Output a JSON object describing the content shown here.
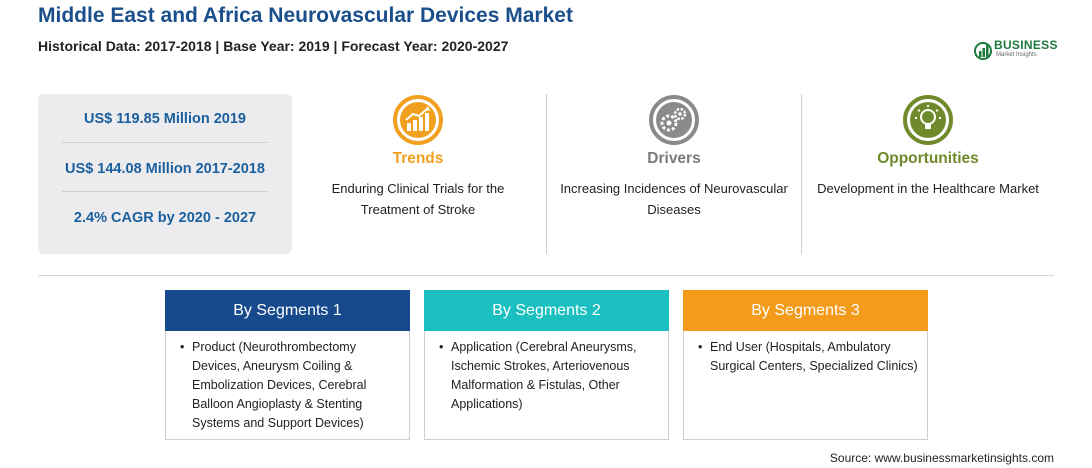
{
  "header": {
    "title": "Middle East and Africa Neurovascular Devices Market",
    "subtitle": "Historical Data: 2017-2018 | Base Year: 2019 | Forecast Year: 2020-2027"
  },
  "logo": {
    "word": "BUSINESS",
    "sub": "Market Insights"
  },
  "stats": [
    "US$ 119.85 Million 2019",
    "US$ 144.08 Million 2017-2018",
    "2.4% CAGR by 2020 - 2027"
  ],
  "factors": {
    "trends": {
      "title": "Trends",
      "text": "Enduring Clinical Trials for the Treatment of Stroke",
      "icon": "growth-chart-icon"
    },
    "drivers": {
      "title": "Drivers",
      "text": "Increasing Incidences of Neurovascular Diseases",
      "icon": "gears-icon"
    },
    "opportunities": {
      "title": "Opportunities",
      "text": "Development in the Healthcare Market",
      "icon": "lightbulb-icon"
    }
  },
  "colors": {
    "trends": "#f0a01e",
    "drivers": "#7a7a7a",
    "opportunities": "#6e8a2a",
    "segment1": "#164a8c",
    "segment2": "#1bbfbf",
    "segment3": "#f59b1c"
  },
  "segments": [
    {
      "title": "By Segments 1",
      "text": "Product (Neurothrombectomy Devices, Aneurysm Coiling & Embolization Devices, Cerebral Balloon Angioplasty & Stenting Systems and Support Devices)"
    },
    {
      "title": "By Segments 2",
      "text": "Application (Cerebral Aneurysms, Ischemic Strokes, Arteriovenous Malformation & Fistulas, Other Applications)"
    },
    {
      "title": "By Segments 3",
      "text": "End User (Hospitals, Ambulatory Surgical Centers, Specialized Clinics)"
    }
  ],
  "source": "Source: www.businessmarketinsights.com"
}
